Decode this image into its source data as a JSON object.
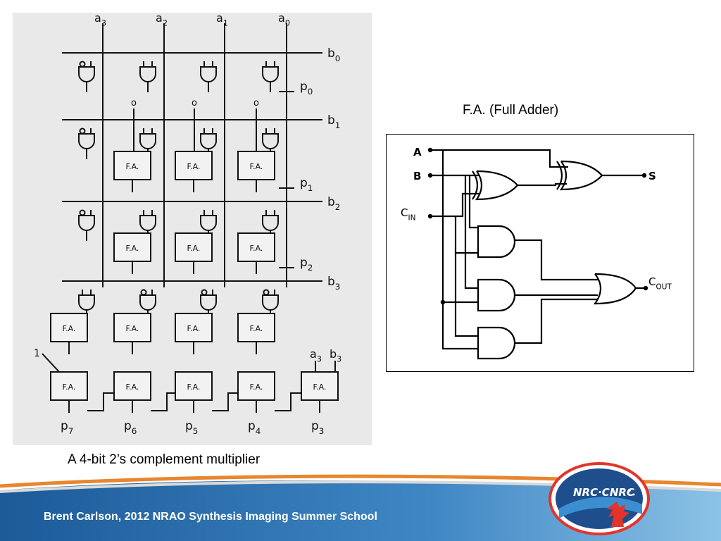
{
  "multiplier": {
    "caption": "A 4-bit 2’s complement multiplier",
    "block_label": "F.A.",
    "zero_label": "o",
    "one_label": "1",
    "inputs_a": [
      {
        "base": "a",
        "sub": "3"
      },
      {
        "base": "a",
        "sub": "2"
      },
      {
        "base": "a",
        "sub": "1"
      },
      {
        "base": "a",
        "sub": "0"
      }
    ],
    "inputs_b": [
      {
        "base": "b",
        "sub": "0"
      },
      {
        "base": "b",
        "sub": "1"
      },
      {
        "base": "b",
        "sub": "2"
      },
      {
        "base": "b",
        "sub": "3"
      }
    ],
    "partial_outputs": [
      {
        "base": "p",
        "sub": "0"
      },
      {
        "base": "p",
        "sub": "1"
      },
      {
        "base": "p",
        "sub": "2"
      }
    ],
    "outputs": [
      {
        "base": "p",
        "sub": "7"
      },
      {
        "base": "p",
        "sub": "6"
      },
      {
        "base": "p",
        "sub": "5"
      },
      {
        "base": "p",
        "sub": "4"
      },
      {
        "base": "p",
        "sub": "3"
      }
    ],
    "last_inputs": [
      {
        "base": "a",
        "sub": "3"
      },
      {
        "base": "b",
        "sub": "3"
      }
    ]
  },
  "full_adder": {
    "title": "F.A. (Full Adder)",
    "in_a": "A",
    "in_b": "B",
    "in_c": {
      "base": "C",
      "sub": "IN"
    },
    "out_s": "S",
    "out_c": {
      "base": "C",
      "sub": "OUT"
    }
  },
  "footer": {
    "credit": "Brent Carlson, 2012 NRAO Synthesis Imaging Summer School",
    "logo_text": "NRC·CNRC"
  }
}
